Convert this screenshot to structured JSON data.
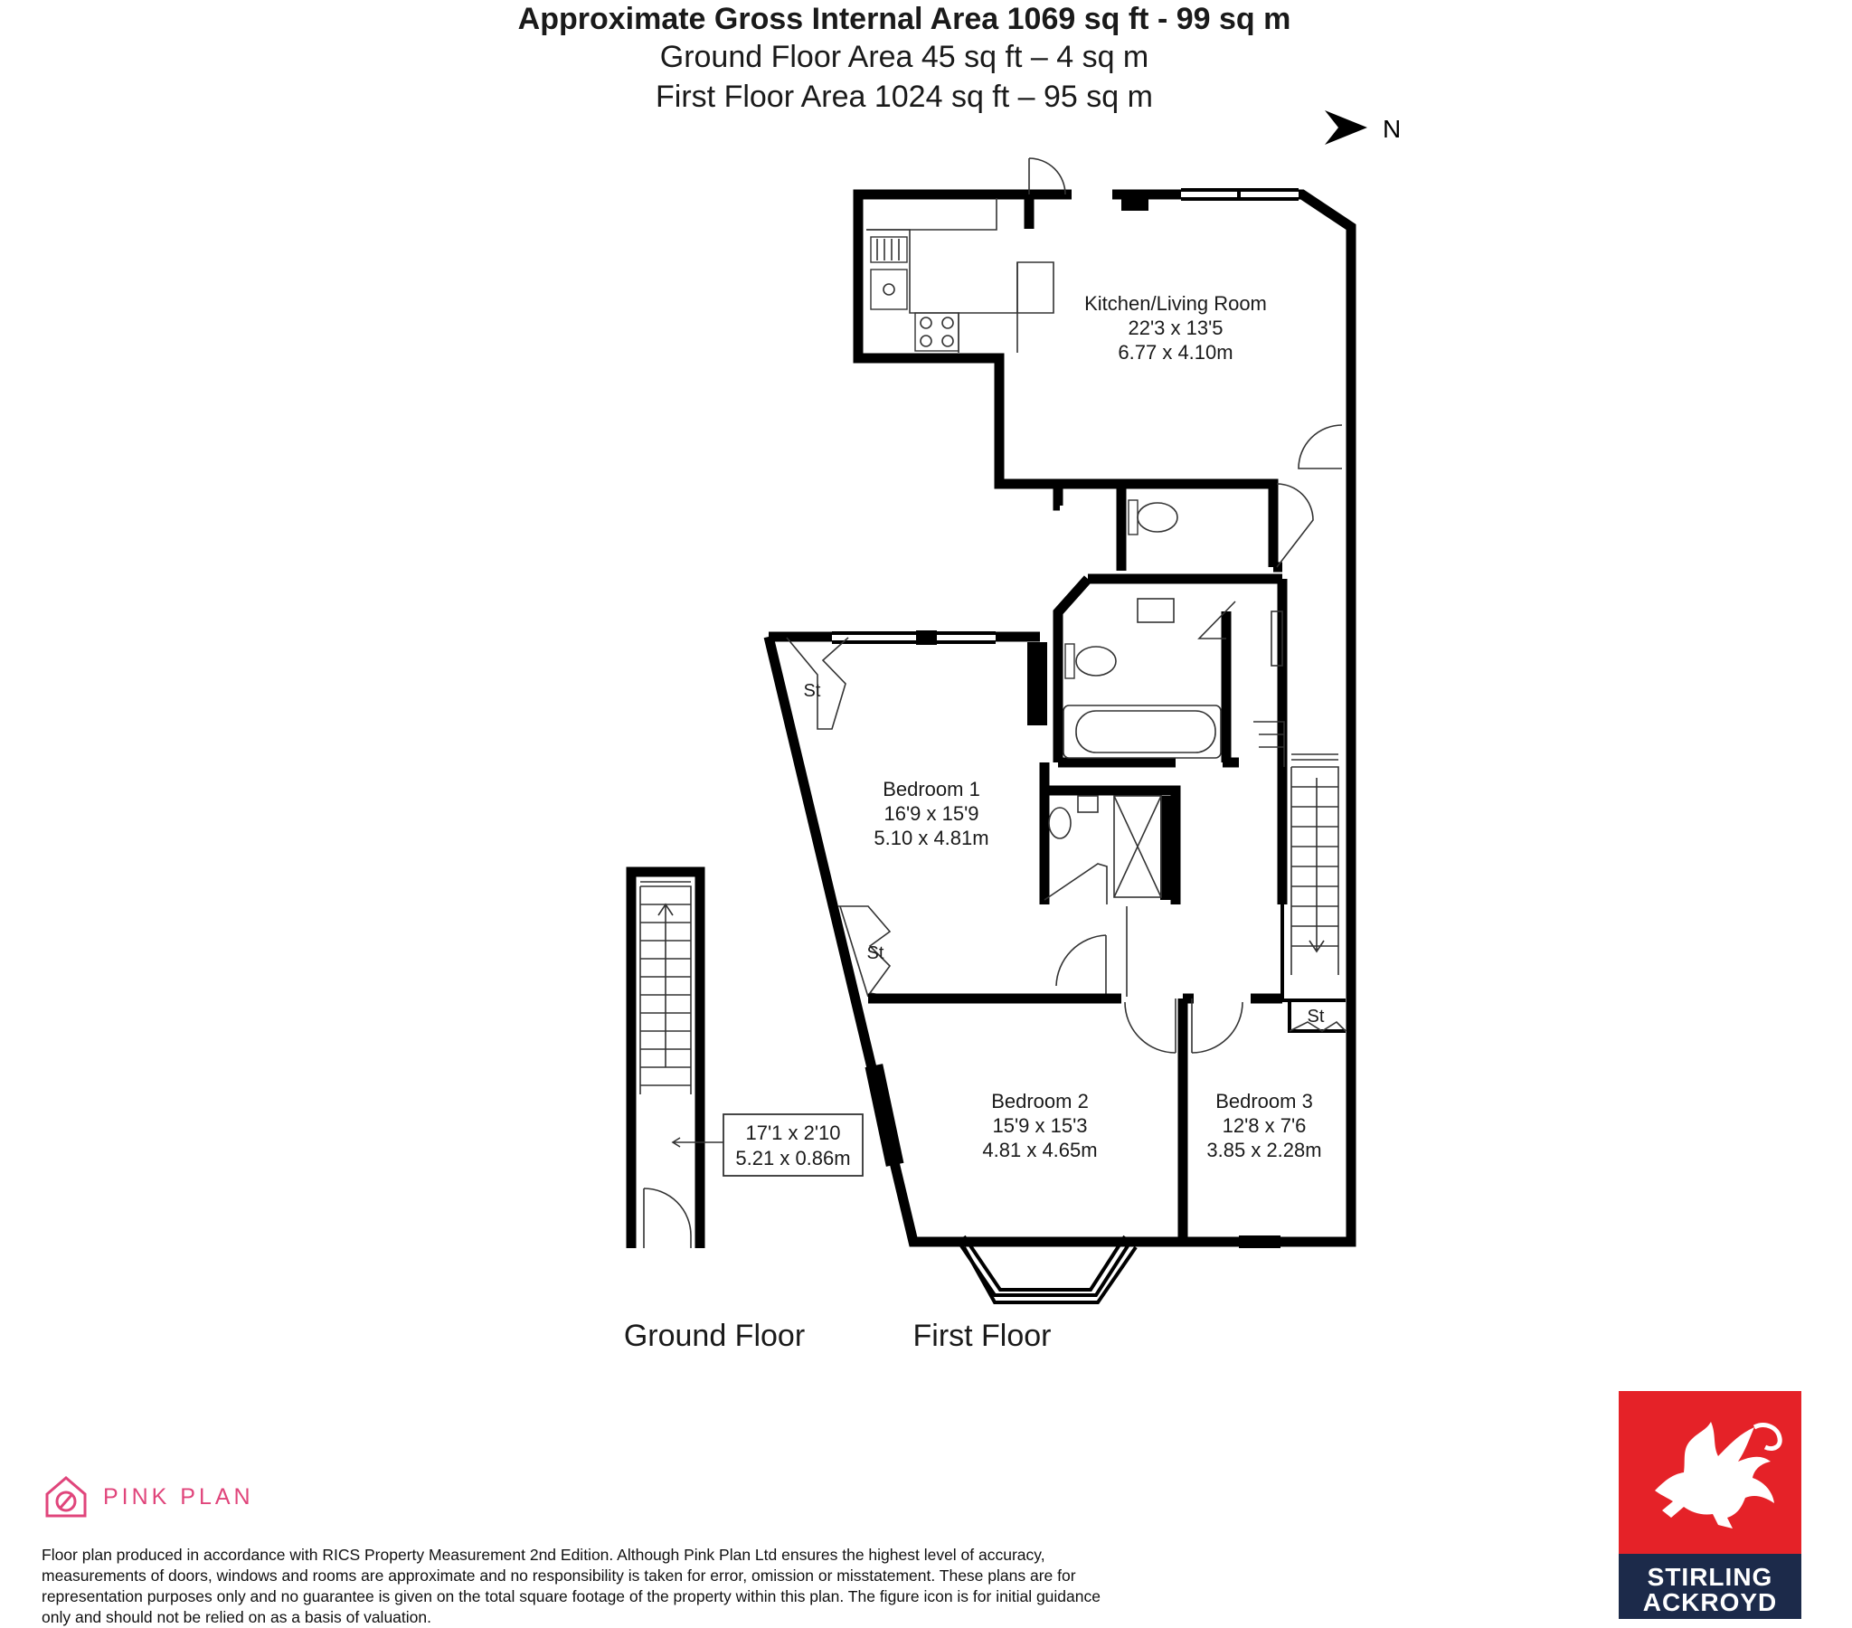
{
  "header": {
    "title": "Approximate Gross Internal Area 1069 sq ft - 99 sq m",
    "ground_area": "Ground Floor Area 45 sq ft – 4 sq m",
    "first_area": "First Floor Area 1024 sq ft – 95 sq m"
  },
  "compass": {
    "label": "N"
  },
  "rooms": {
    "kitchen": {
      "name": "Kitchen/Living Room",
      "imperial": "22'3 x 13'5",
      "metric": "6.77 x 4.10m"
    },
    "bedroom1": {
      "name": "Bedroom 1",
      "imperial": "16'9 x 15'9",
      "metric": "5.10 x 4.81m"
    },
    "bedroom2": {
      "name": "Bedroom 2",
      "imperial": "15'9 x 15'3",
      "metric": "4.81 x 4.65m"
    },
    "bedroom3": {
      "name": "Bedroom 3",
      "imperial": "12'8 x 7'6",
      "metric": "3.85 x 2.28m"
    },
    "hallway": {
      "imperial": "17'1 x 2'10",
      "metric": "5.21 x 0.86m"
    }
  },
  "storage_label": "St",
  "floors": {
    "ground": "Ground Floor",
    "first": "First Floor"
  },
  "footer": {
    "logo": "PINK PLAN",
    "disclaimer": "Floor plan produced in accordance with RICS Property Measurement 2nd Edition. Although Pink Plan Ltd ensures the highest level of accuracy, measurements of doors, windows and rooms are approximate and no responsibility is taken for error, omission or misstatement. These plans are for representation purposes only and no guarantee is given on the total square footage of the property within this plan. The figure icon is for initial guidance only and should not be relied on as a basis of valuation."
  },
  "agent": {
    "line1": "STIRLING",
    "line2": "ACKROYD"
  },
  "colors": {
    "pink": "#e0457b",
    "red": "#e52228",
    "navy": "#1c2a4a"
  }
}
